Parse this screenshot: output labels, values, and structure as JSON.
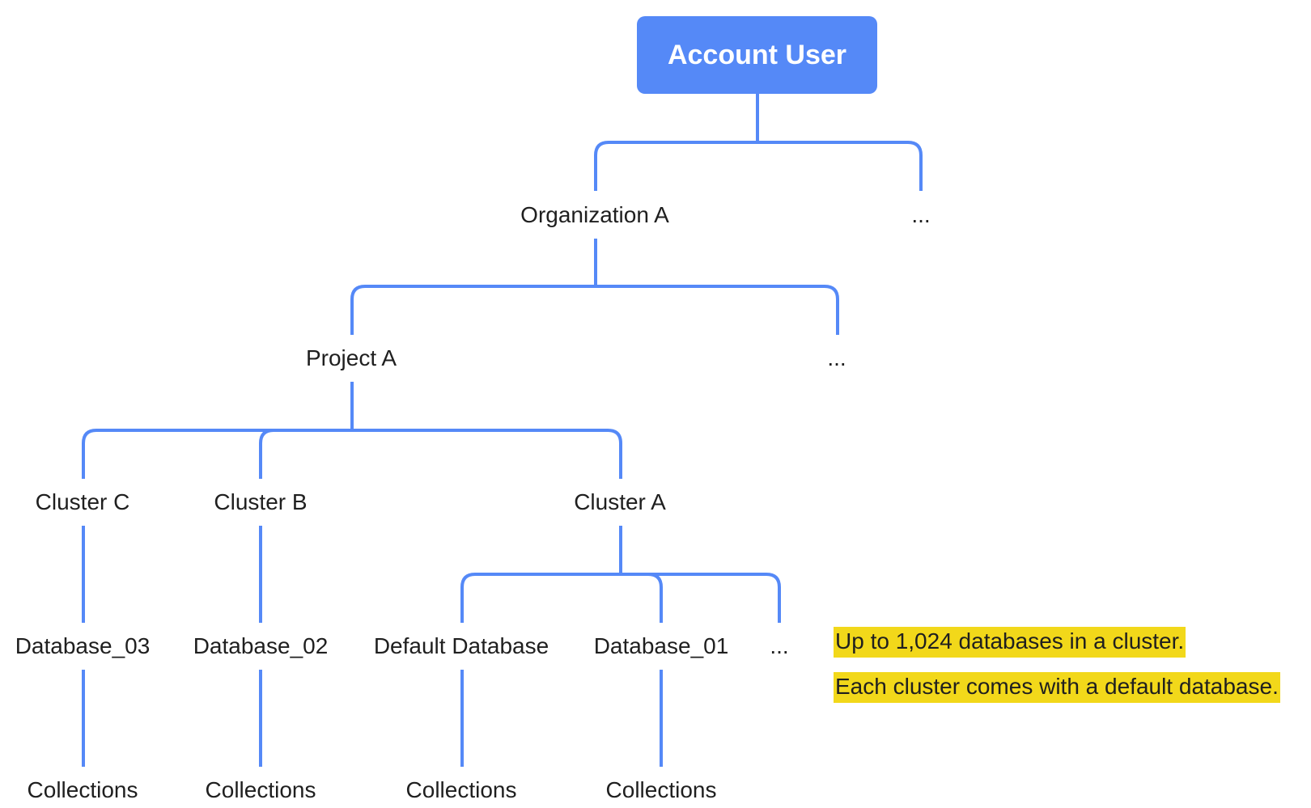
{
  "colors": {
    "root_fill": "#5589f7",
    "edge": "#5589f7",
    "note_highlight": "#f2d81a",
    "text": "#1f1f1f"
  },
  "root": {
    "label": "Account User"
  },
  "organizations": [
    {
      "label": "Organization A"
    },
    {
      "label": "..."
    }
  ],
  "projects": [
    {
      "label": "Project A"
    },
    {
      "label": "..."
    }
  ],
  "clusters": [
    {
      "label": "Cluster C"
    },
    {
      "label": "Cluster B"
    },
    {
      "label": "Cluster A"
    }
  ],
  "databases": [
    {
      "label": "Database_03"
    },
    {
      "label": "Database_02"
    },
    {
      "label": "Default Database"
    },
    {
      "label": "Database_01"
    },
    {
      "label": "..."
    }
  ],
  "collections": [
    {
      "label": "Collections"
    },
    {
      "label": "Collections"
    },
    {
      "label": "Collections"
    },
    {
      "label": "Collections"
    }
  ],
  "notes": [
    {
      "text": "Up to 1,024 databases in a cluster."
    },
    {
      "text": "Each cluster comes with a default database."
    }
  ]
}
